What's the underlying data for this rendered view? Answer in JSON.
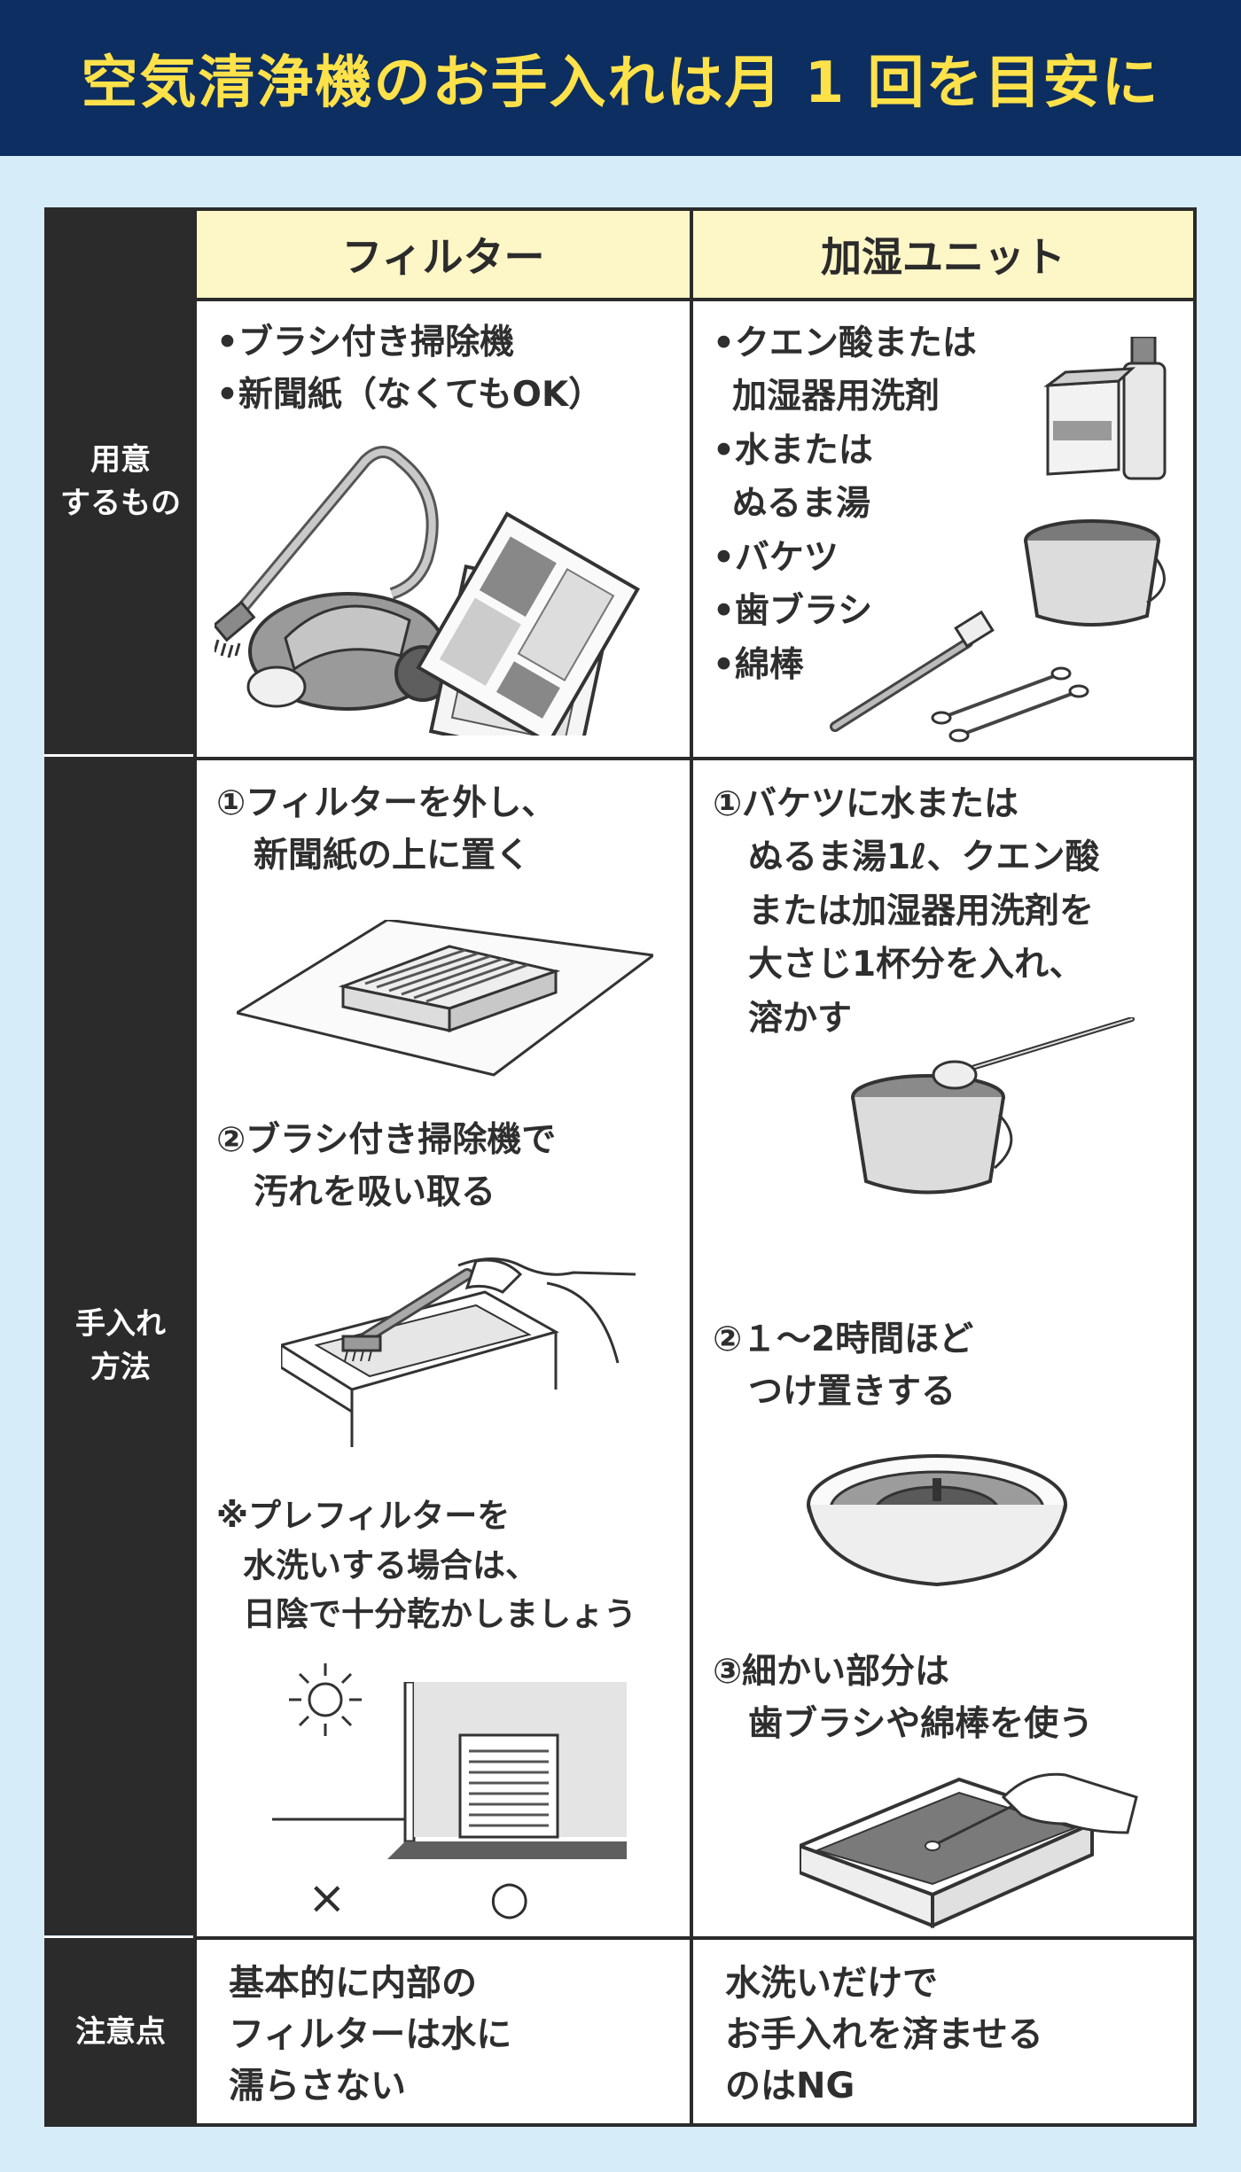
{
  "header": {
    "title": "空気清浄機のお手入れは月 1 回を目安に"
  },
  "columns": {
    "filter": "フィルター",
    "humidifier": "加湿ユニット"
  },
  "row_labels": {
    "prepare": [
      "用意",
      "するもの"
    ],
    "method": [
      "手入れ",
      "方法"
    ],
    "caution": "注意点"
  },
  "prepare": {
    "filter_items": [
      "•ブラシ付き掃除機",
      "•新聞紙（なくてもOK）"
    ],
    "humidifier_items": [
      "•クエン酸または",
      "  加湿器用洗剤",
      "•水または",
      "  ぬるま湯",
      "•バケツ",
      "•歯ブラシ",
      "•綿棒"
    ]
  },
  "method": {
    "filter_steps": [
      [
        "①フィルターを外し、",
        "   新聞紙の上に置く"
      ],
      [
        "②ブラシ付き掃除機で",
        "   汚れを吸い取る"
      ]
    ],
    "filter_note": [
      "※プレフィルターを",
      "   水洗いする場合は、",
      "   日陰で十分乾かしましょう"
    ],
    "marks": {
      "ng": "×",
      "ok": "○"
    },
    "humidifier_steps": [
      [
        "①バケツに水または",
        "   ぬるま湯1ℓ、クエン酸",
        "   または加湿器用洗剤を",
        "   大さじ1杯分を入れ、",
        "   溶かす"
      ],
      [
        "②１〜2時間ほど",
        "   つけ置きする"
      ],
      [
        "③細かい部分は",
        "   歯ブラシや綿棒を使う"
      ]
    ]
  },
  "caution": {
    "filter": [
      "基本的に内部の",
      "フィルターは水に",
      "濡らさない"
    ],
    "humidifier": [
      "水洗いだけで",
      "お手入れを済ませる",
      "のはNG"
    ]
  },
  "colors": {
    "header_bg": "#0c2e60",
    "title": "#ffe14a",
    "page_bg": "#d6ecf8",
    "row_head_bg": "#2b2b2b",
    "col_head_bg": "#fdf6c7"
  }
}
